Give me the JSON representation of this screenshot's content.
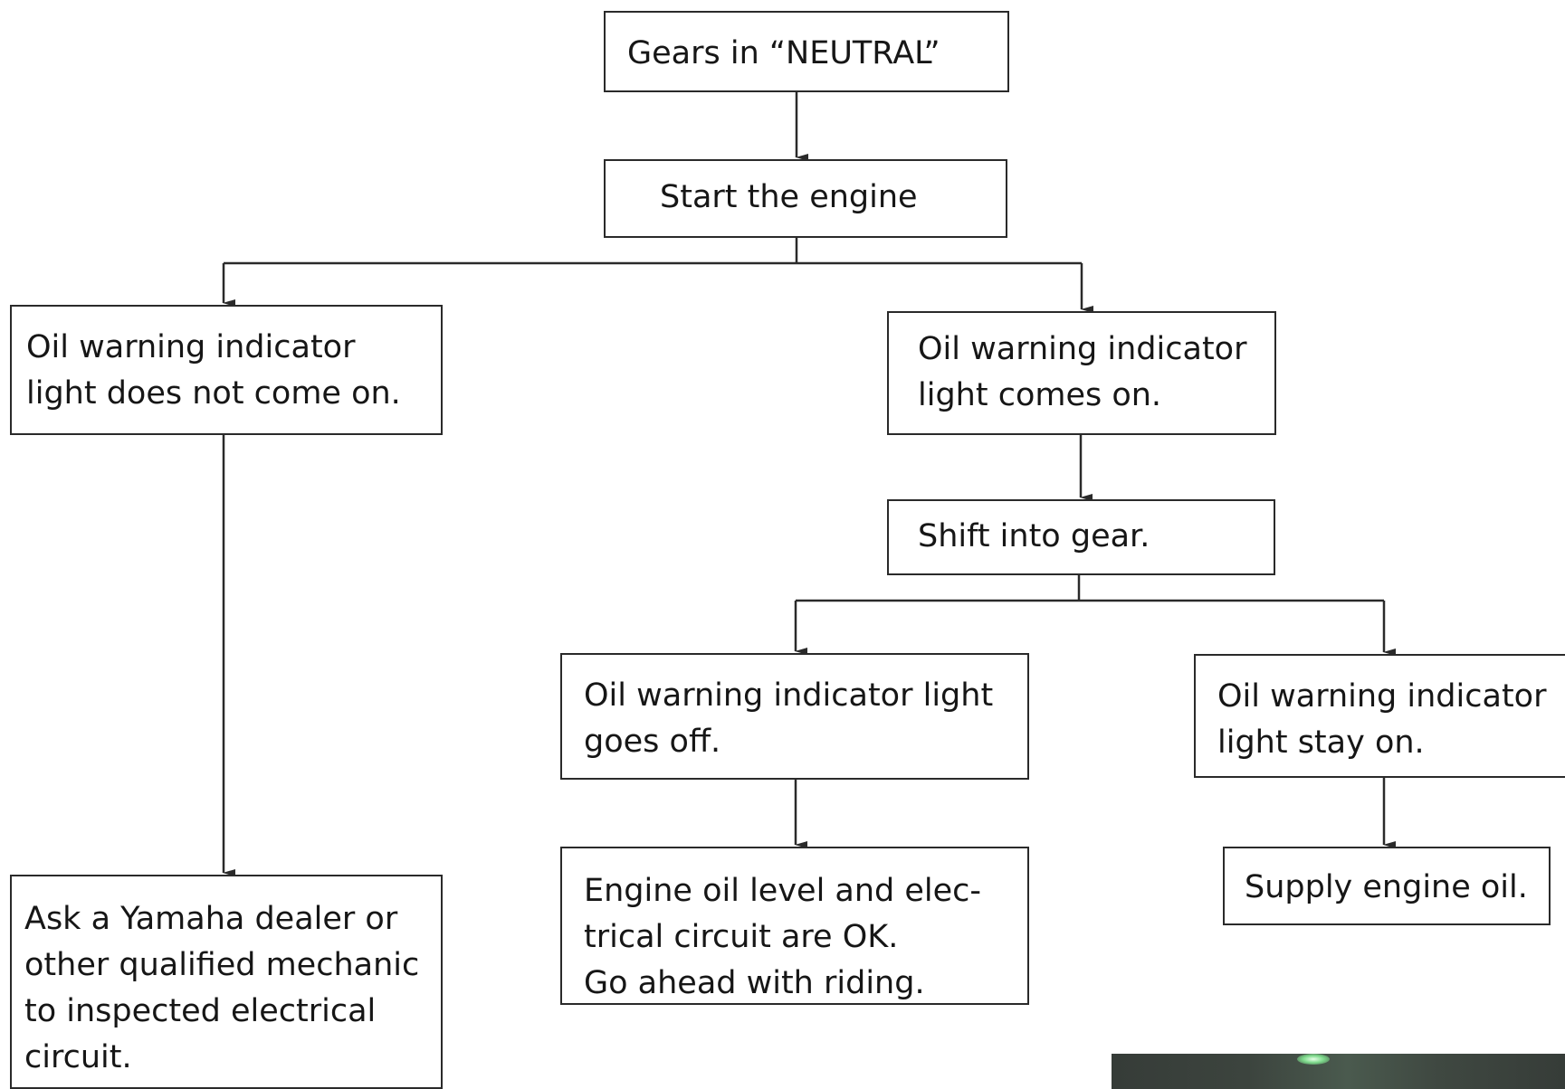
{
  "nodes": {
    "neutral": {
      "lines": [
        "Gears in “NEUTRAL”"
      ]
    },
    "start": {
      "lines": [
        "Start the engine"
      ]
    },
    "no_light": {
      "lines": [
        "Oil warning indicator",
        "light does not come on."
      ]
    },
    "comes_on": {
      "lines": [
        "Oil warning indicator",
        "light comes on."
      ]
    },
    "shift": {
      "lines": [
        "Shift into gear."
      ]
    },
    "goes_off": {
      "lines": [
        "Oil warning indicator light",
        "goes off."
      ]
    },
    "stay_on": {
      "lines": [
        "Oil warning indicator",
        "light stay on."
      ]
    },
    "ok": {
      "lines": [
        "Engine oil level and elec-",
        "trical circuit are OK.",
        "Go ahead with riding."
      ]
    },
    "supply": {
      "lines": [
        "Supply engine oil."
      ]
    },
    "ask": {
      "lines": [
        "Ask a Yamaha dealer or",
        "other qualified mechanic",
        "to inspected electrical",
        "circuit."
      ]
    }
  },
  "colors": {
    "stroke": "#2a2a2a",
    "text": "#161616",
    "background": "#ffffff"
  }
}
